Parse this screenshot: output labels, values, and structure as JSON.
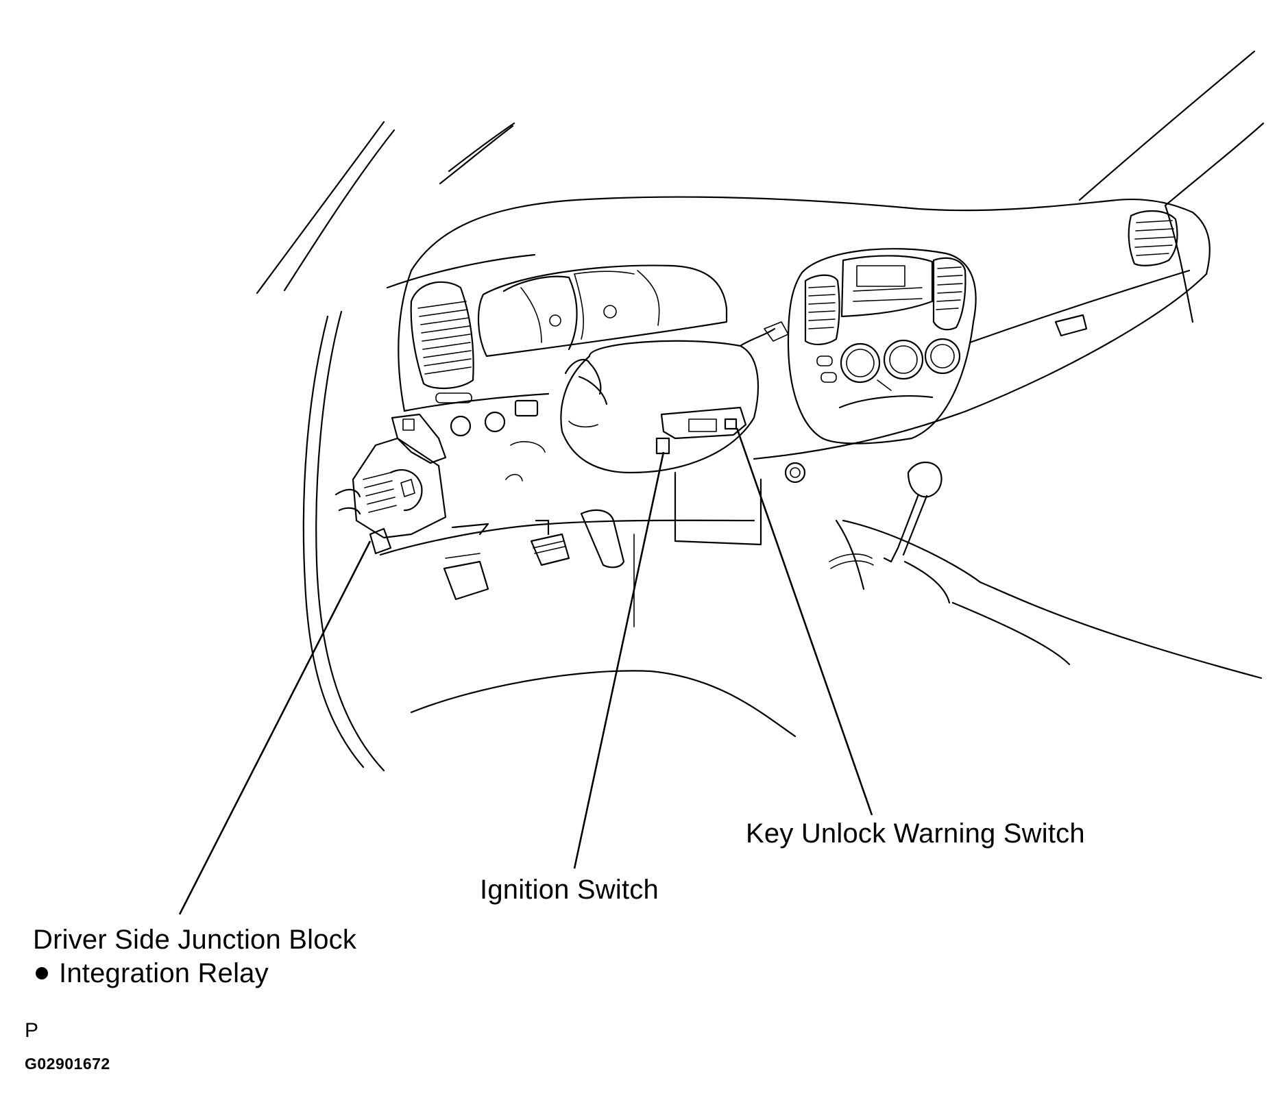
{
  "labels": {
    "key_unlock_warning_switch": "Key Unlock Warning Switch",
    "ignition_switch": "Ignition Switch",
    "driver_side_junction_block": "Driver Side Junction Block",
    "integration_relay": "Integration Relay"
  },
  "footer": {
    "view_marker": "P",
    "figure_code": "G02901672"
  }
}
